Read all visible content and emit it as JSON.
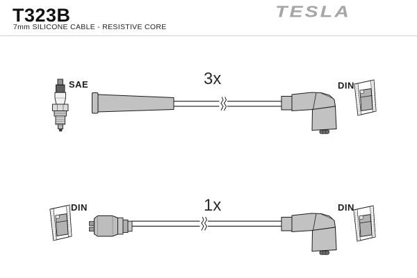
{
  "header": {
    "part_number": "T323B",
    "subtitle": "7mm SILICONE CABLE - RESISTIVE CORE",
    "brand": "TESLA"
  },
  "colors": {
    "outline": "#1a1a1a",
    "boot_gray": "#c2c2c2",
    "plug_inner_gray": "#b2b2b2",
    "logo_gray": "#a6a6a6",
    "rule_gray": "#cfcfcf"
  },
  "diagrams": [
    {
      "id": "top-cable-set",
      "quantity": "3x",
      "left_terminal_label": "SAE",
      "right_terminal_label": "DIN",
      "left_component_icon": "spark-plug-icon",
      "right_component_icon": "elbow-boot-icon",
      "cap_view_icon": "din-cap-cross-section-icon",
      "cable_break_icon": "cable-break-icon"
    },
    {
      "id": "bottom-cable-set",
      "quantity": "1x",
      "left_terminal_label": "DIN",
      "right_terminal_label": "DIN",
      "left_component_icon": "straight-din-boot-icon",
      "right_component_icon": "elbow-boot-icon",
      "cap_view_icon": "din-cap-cross-section-icon",
      "cable_break_icon": "cable-break-icon"
    }
  ]
}
